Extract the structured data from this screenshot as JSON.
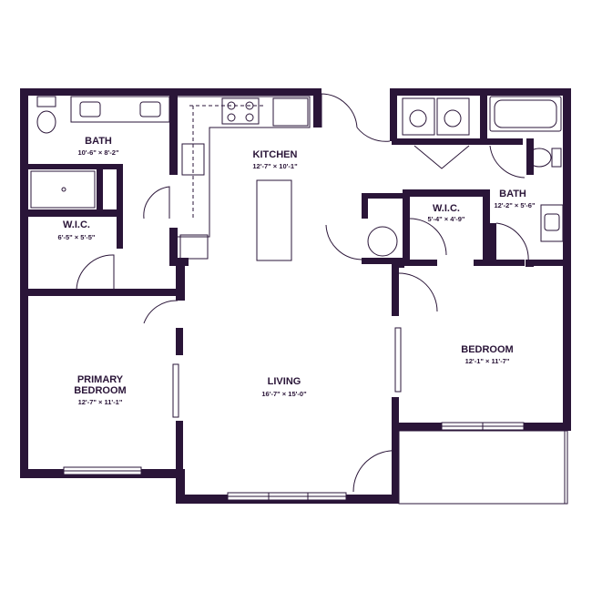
{
  "rooms": {
    "bath_primary": {
      "name": "BATH",
      "dims": "10'-6\" × 8'-2\""
    },
    "kitchen": {
      "name": "KITCHEN",
      "dims": "12'-7\" × 10'-1\""
    },
    "wic_primary": {
      "name": "W.I.C.",
      "dims": "6'-5\" × 5'-5\""
    },
    "wic_secondary": {
      "name": "W.I.C.",
      "dims": "5'-4\" × 4'-9\""
    },
    "bath_secondary": {
      "name": "BATH",
      "dims": "12'-2\" × 5'-6\""
    },
    "bedroom": {
      "name": "BEDROOM",
      "dims": "12'-1\" × 11'-7\""
    },
    "primary_bedroom": {
      "name_line1": "PRIMARY",
      "name_line2": "BEDROOM",
      "dims": "12'-7\" × 11'-1\""
    },
    "living": {
      "name": "LIVING",
      "dims": "16'-7\" × 15'-0\""
    }
  },
  "colors": {
    "wall": "#2a1538",
    "background": "#ffffff",
    "fixture": "#2a1538"
  }
}
